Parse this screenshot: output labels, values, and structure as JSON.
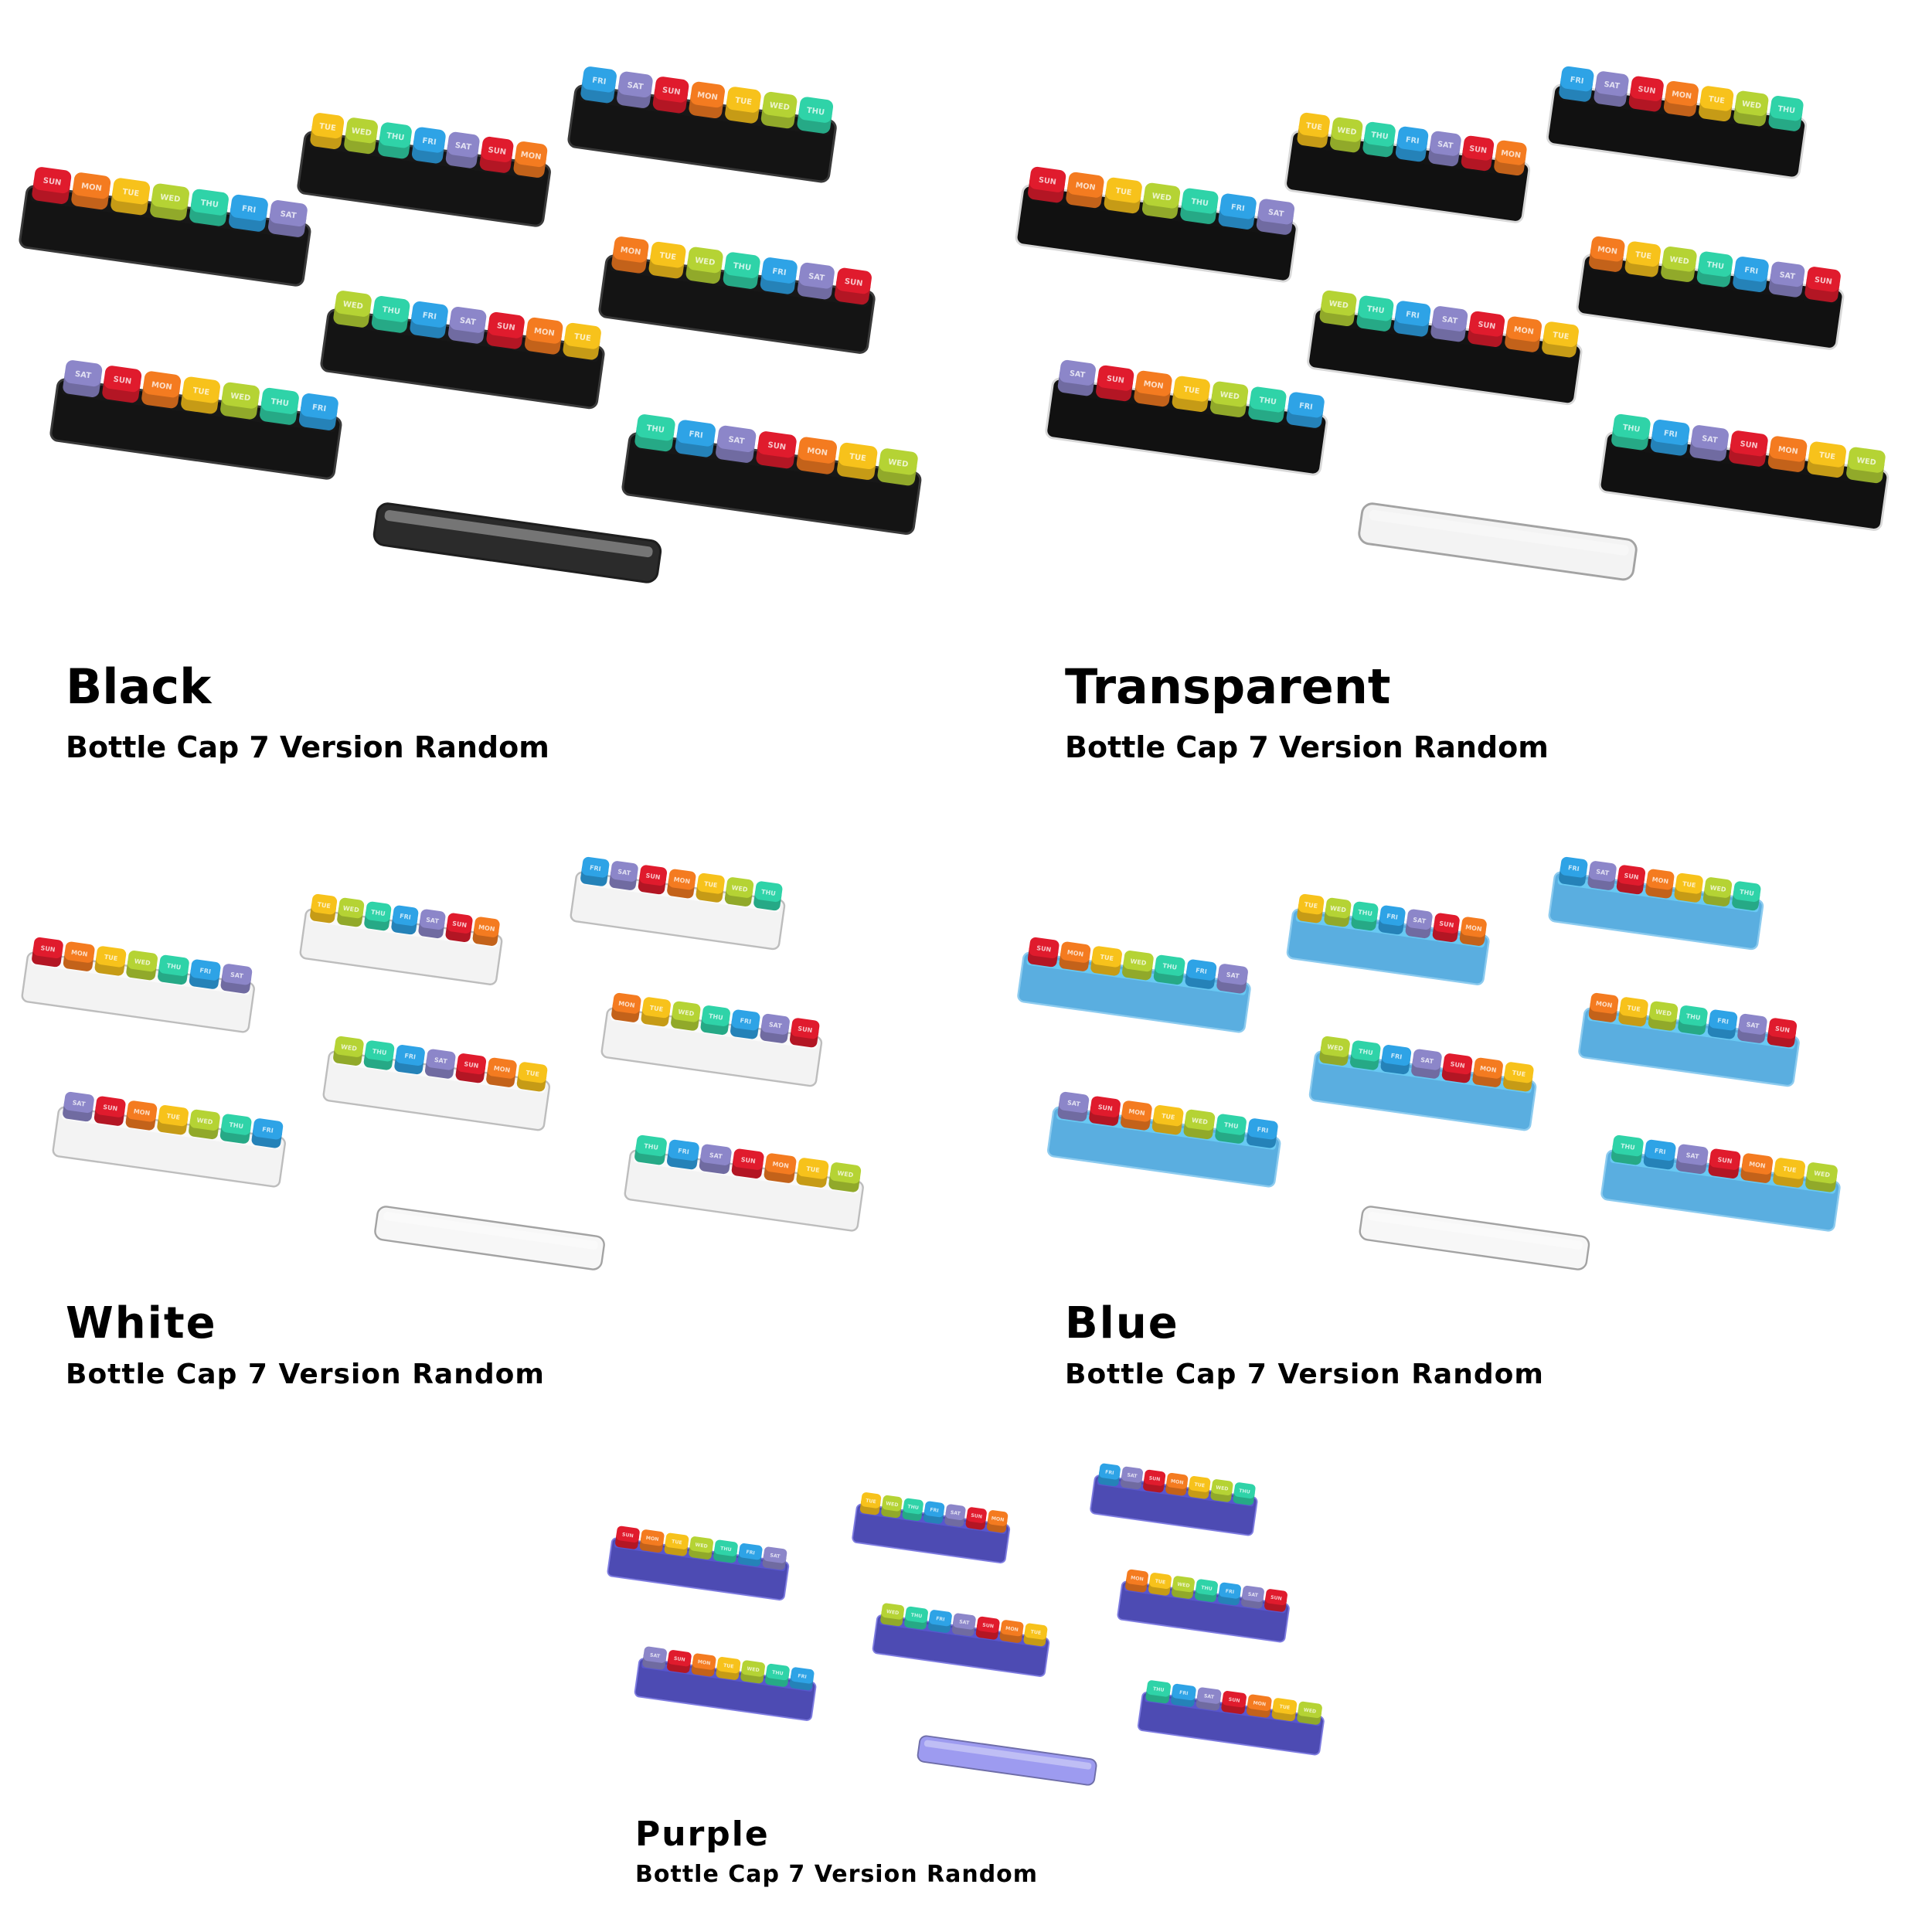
{
  "palette": {
    "cap_colors": [
      "#e01b2d",
      "#f47b20",
      "#f7c21b",
      "#b5d334",
      "#2fd3a8",
      "#2ea3e6",
      "#8c86c9"
    ],
    "cap_day_labels": [
      "SUN",
      "MON",
      "TUE",
      "WED",
      "THU",
      "FRI",
      "SAT"
    ]
  },
  "variants": [
    {
      "title": "Black",
      "subtitle": "Bottle Cap 7 Version Random",
      "case_color": "#141414",
      "case_edge": "#3a3a3a",
      "lid_color": "#2b2b2b",
      "lid_style": "solid"
    },
    {
      "title": "Transparent",
      "subtitle": "Bottle Cap 7 Version Random",
      "case_color": "#111111",
      "case_edge": "#d8d8d8",
      "lid_color": "#f2f2f2",
      "lid_style": "clear"
    },
    {
      "title": "White",
      "subtitle": "Bottle Cap 7 Version Random",
      "case_color": "#f3f3f3",
      "case_edge": "#bdbdbd",
      "lid_color": "#f7f7f7",
      "lid_style": "clear"
    },
    {
      "title": "Blue",
      "subtitle": "Bottle Cap 7 Version Random",
      "case_color": "#5aaee0",
      "case_edge": "#8ccbef",
      "lid_color": "#f7f7f7",
      "lid_style": "clear"
    },
    {
      "title": "Purple",
      "subtitle": "Bottle Cap 7 Version Random",
      "case_color": "#4d4bb3",
      "case_edge": "#7e7ce0",
      "lid_color": "#9d9bf0",
      "lid_style": "solid"
    }
  ]
}
